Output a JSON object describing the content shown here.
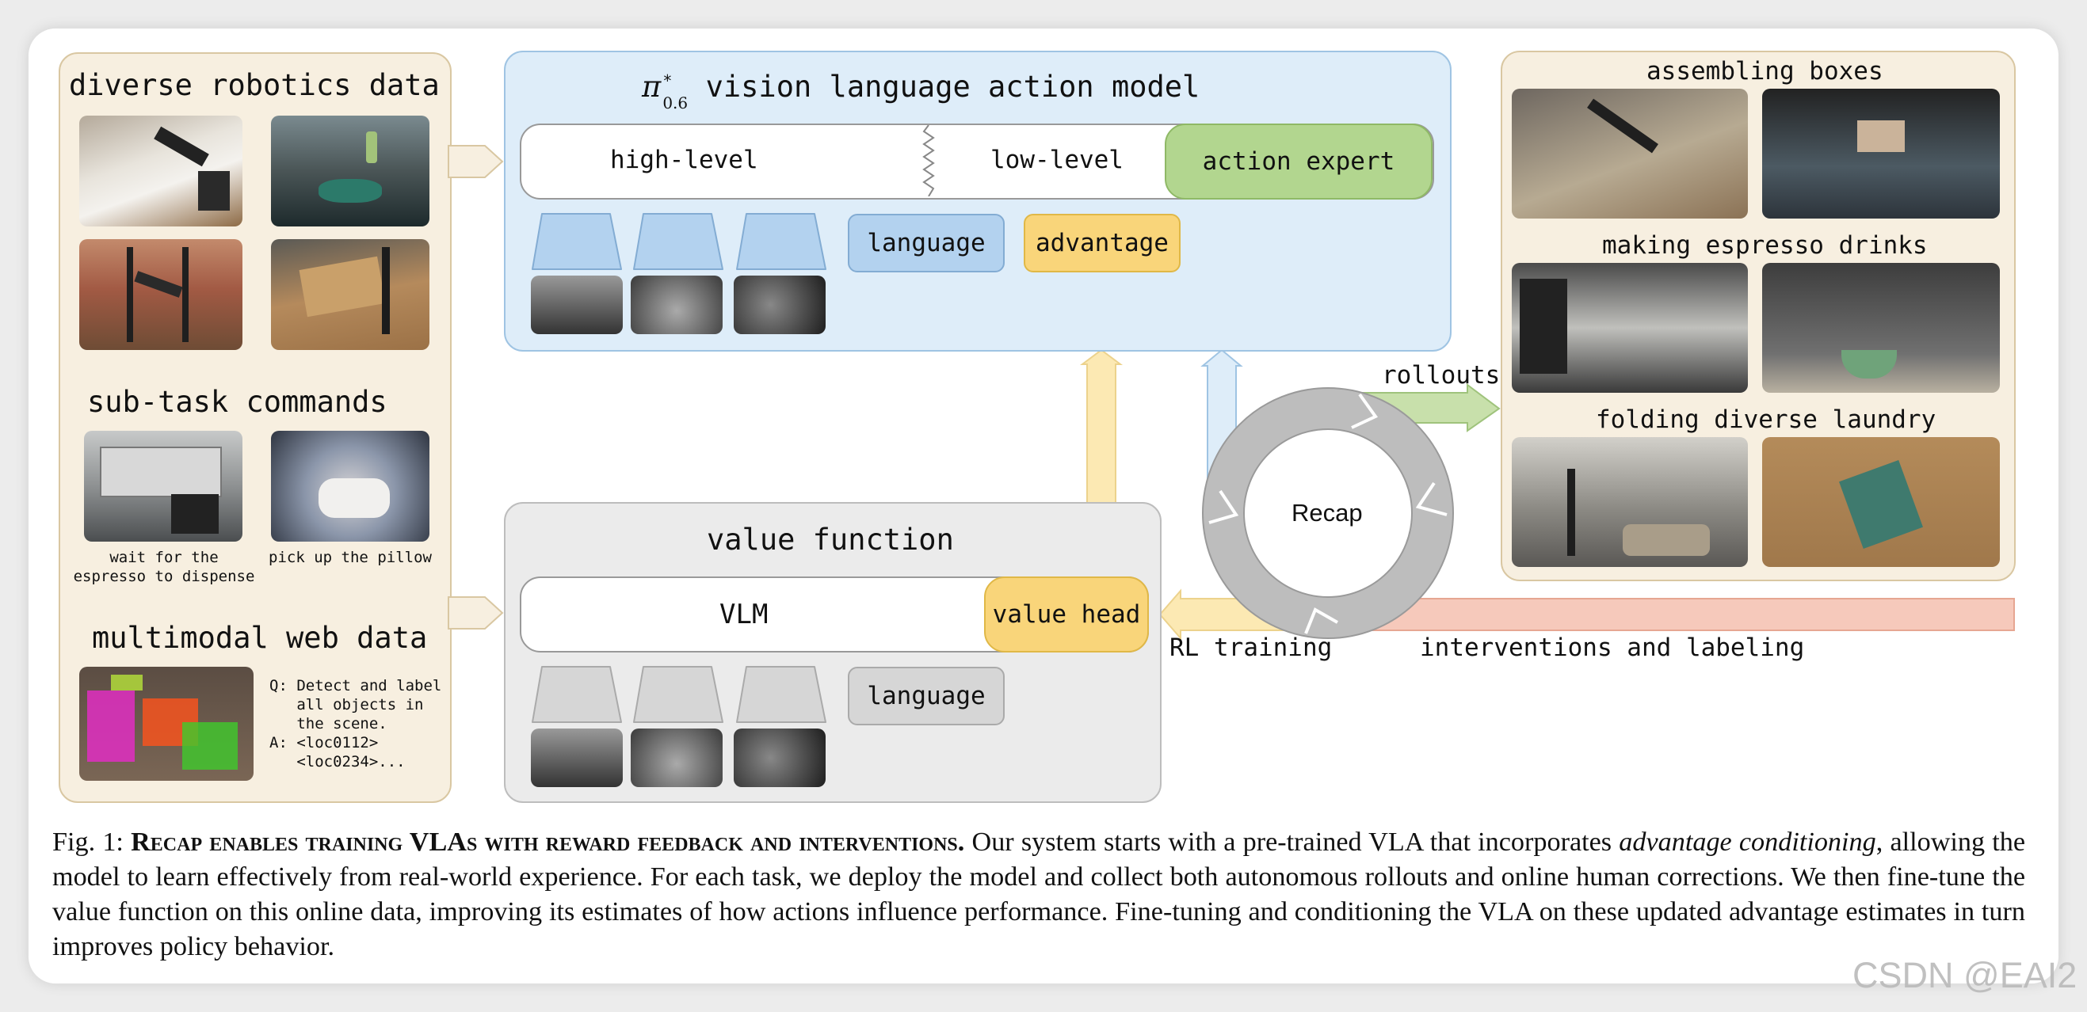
{
  "left_panel": {
    "diverse_title": "diverse robotics data",
    "subtask_title": "sub-task commands",
    "subtask_captions": [
      "wait for the espresso to dispense",
      "pick up the pillow"
    ],
    "web_title": "multimodal web data",
    "web_qa": [
      "Q: Detect and label",
      "   all objects in",
      "   the scene.",
      "A: <loc0112>",
      "   <loc0234>..."
    ]
  },
  "vla": {
    "title_symbol": "π",
    "title_sup": "*",
    "title_sub": "0.6",
    "title_text": "vision language action model",
    "high_level": "high-level",
    "low_level": "low-level",
    "action_expert": "action expert",
    "language": "language",
    "advantage": "advantage"
  },
  "value_function": {
    "title": "value function",
    "vlm": "VLM",
    "value_head": "value head",
    "language": "language"
  },
  "loop": {
    "recap": "Recap",
    "rollouts": "rollouts",
    "rl_training": "RL training",
    "interventions": "interventions and labeling"
  },
  "right_panel": {
    "tasks": [
      "assembling boxes",
      "making espresso drinks",
      "folding diverse laundry"
    ]
  },
  "caption": {
    "fig_label": "Fig. 1:",
    "bold_title": "Recap enables training VLAs with reward feedback and interventions.",
    "part1": "Our system starts with a pre-trained VLA that incorporates",
    "emph": "advantage conditioning",
    "part2": ", allowing the model to learn effectively from real-world experience. For each task, we deploy the model and collect both autonomous rollouts and online human corrections. We then fine-tune the value function on this online data, improving its estimates of how actions influence performance. Fine-tuning and conditioning the VLA on these updated advantage estimates in turn improves policy behavior."
  },
  "watermark": "CSDN @EAI2",
  "colors": {
    "vla_bg": "#deedf9",
    "value_bg": "#ebebeb",
    "data_bg": "#f7efe0",
    "action_green": "#b2d68f",
    "advantage_yellow": "#f9d57a",
    "intervention_red": "#f6c9bb"
  }
}
